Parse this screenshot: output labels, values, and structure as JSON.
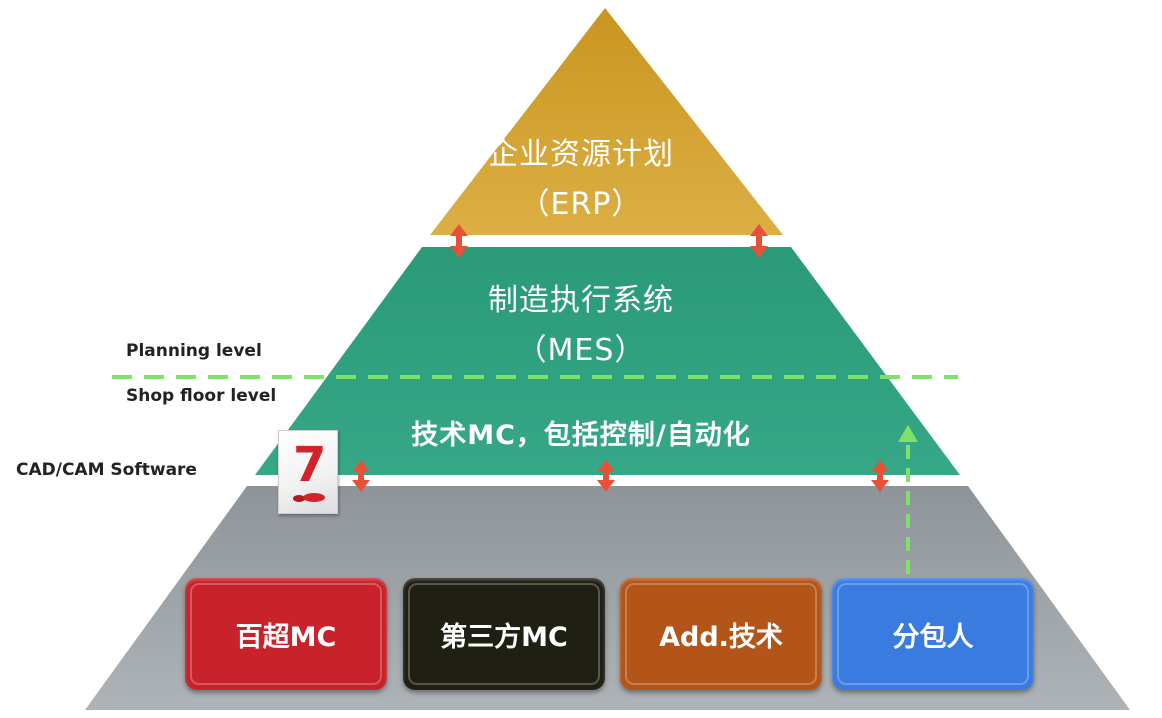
{
  "levels": {
    "erp": {
      "line1": "企业资源计划",
      "line2": "（ERP）",
      "color": "#d4a632"
    },
    "mes": {
      "line1": "制造执行系统",
      "line2": "（MES）",
      "color": "#2f9e7e"
    },
    "tech": {
      "line1": "技术MC，包括控制/自动化",
      "color": "#2f9e7e"
    },
    "base": {
      "color": "#9aa0a6"
    }
  },
  "side_labels": {
    "planning": "Planning level",
    "shop_floor": "Shop floor level",
    "cad_cam": "CAD/CAM Software"
  },
  "boxes": [
    {
      "label": "百超MC",
      "color": "#c8222a"
    },
    {
      "label": "第三方MC",
      "color": "#1f1f14"
    },
    {
      "label": "Add.技术",
      "color": "#b35418"
    },
    {
      "label": "分包人",
      "color": "#3a7be0"
    }
  ],
  "cad_icon": {
    "glyph": "7",
    "color": "#d2232a"
  },
  "colors": {
    "arrow": "#e8503a",
    "dashed_line": "#7fe06a",
    "separator": "#ffffff"
  }
}
